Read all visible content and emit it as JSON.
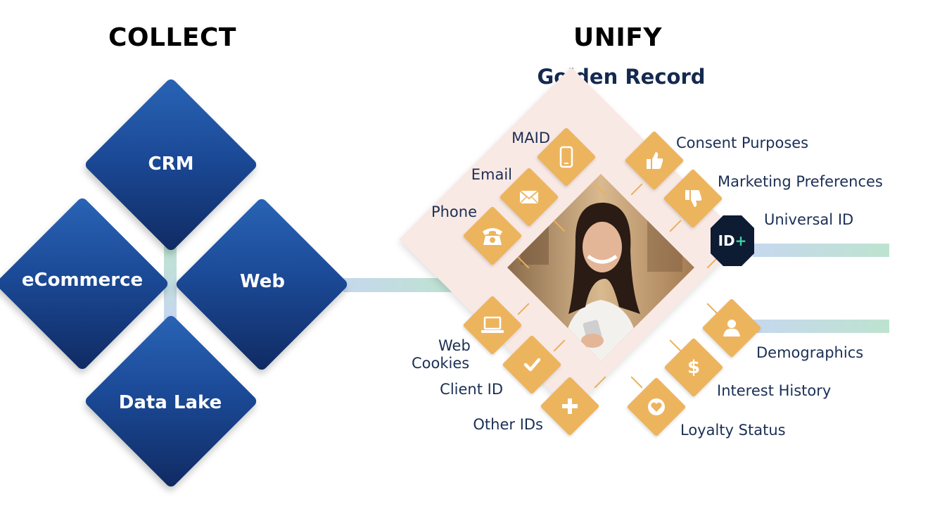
{
  "collect": {
    "heading": "COLLECT",
    "sources": [
      {
        "label": "CRM"
      },
      {
        "label": "eCommerce"
      },
      {
        "label": "Web"
      },
      {
        "label": "Data Lake"
      }
    ]
  },
  "unify": {
    "heading": "UNIFY",
    "subheading": "Golden Record",
    "universal_badge": "ID+",
    "left_attributes": [
      {
        "label": "MAID",
        "icon": "mobile-phone-icon"
      },
      {
        "label": "Email",
        "icon": "envelope-icon"
      },
      {
        "label": "Phone",
        "icon": "telephone-icon"
      },
      {
        "label_line1": "Web",
        "label_line2": "Cookies",
        "icon": "laptop-icon"
      },
      {
        "label": "Client ID",
        "icon": "checkmark-icon"
      },
      {
        "label": "Other IDs",
        "icon": "plus-icon"
      }
    ],
    "right_attributes": [
      {
        "label": "Consent Purposes",
        "icon": "thumbs-up-icon"
      },
      {
        "label": "Marketing Preferences",
        "icon": "thumbs-down-icon"
      },
      {
        "label": "Universal ID",
        "icon": "id-plus-icon"
      },
      {
        "label": "Demographics",
        "icon": "person-icon"
      },
      {
        "label": "Interest History",
        "icon": "dollar-icon"
      },
      {
        "label": "Loyalty Status",
        "icon": "heart-icon"
      }
    ]
  },
  "colors": {
    "diamond_dark": "#102a62",
    "diamond_light": "#2a64b6",
    "tile": "#edb45e",
    "plate": "#f9e9e4",
    "badge": "#0d1b33",
    "badge_plus": "#3fd3a0",
    "connector_start": "#c6d8ee",
    "connector_end": "#bfe0d2"
  }
}
